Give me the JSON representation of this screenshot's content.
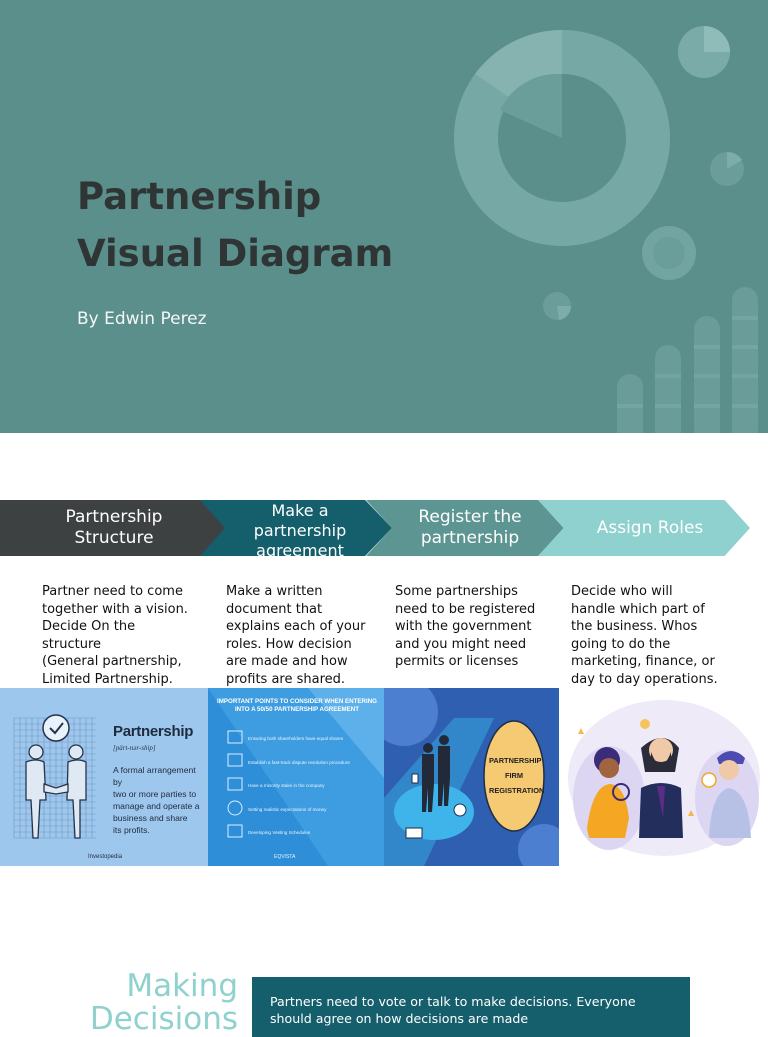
{
  "title": {
    "line1": "Partnership",
    "line2": "Visual Diagram",
    "byline": "By Edwin Perez"
  },
  "colors": {
    "header_bg": "#5a8f8c",
    "title_text": "#2f3434",
    "step1": "#3e4141",
    "step2": "#155f6c",
    "step3": "#5c9591",
    "step4": "#8fd1ce",
    "accent": "#8fd1ce"
  },
  "steps": [
    {
      "label_lines": [
        "Partnership",
        "Structure"
      ],
      "description_lines": [
        "Partner need to come",
        "together with a vision.",
        "Decide On the",
        "structure",
        "(General partnership,",
        "Limited Partnership."
      ]
    },
    {
      "label_lines": [
        "Make a",
        "partnership",
        "agreement"
      ],
      "description_lines": [
        "Make a written",
        "document that",
        "explains each of your",
        "roles. How decision",
        "are made and how",
        "profits are shared."
      ]
    },
    {
      "label_lines": [
        "Register the",
        "partnership"
      ],
      "description_lines": [
        "Some partnerships",
        "need to be registered",
        "with the government",
        "and you might need",
        "permits or licenses"
      ]
    },
    {
      "label_lines": [
        "Assign Roles"
      ],
      "description_lines": [
        "Decide who will",
        "handle which part of",
        "the business. Whos",
        "going to do the",
        "marketing, finance, or",
        "day to day operations."
      ]
    }
  ],
  "images": {
    "definition": {
      "icon": "handshake-definition-illustration",
      "word": "Partnership",
      "pronunciation": "[pärt-nər-ship]",
      "definition_lines": [
        "A formal arrangement by",
        "two or more parties to",
        "manage and operate a",
        "business and share",
        "its profits."
      ],
      "brand": "Investopedia"
    },
    "agreement": {
      "icon": "agreement-checklist-infographic",
      "heading_lines": [
        "IMPORTANT POINTS TO CONSIDER WHEN ENTERING",
        "INTO A 50/50 PARTNERSHIP AGREEMENT"
      ],
      "items": [
        "Ensuring both shareholders have equal shares",
        "Establish a fast-track dispute resolution procedure",
        "Have a minority stake in the company",
        "Setting realistic expectations of money",
        "Developing Vesting Schedules"
      ],
      "brand": "EQVISTA"
    },
    "registration": {
      "icon": "registration-handshake-illustration",
      "badge_lines": [
        "PARTNERSHIP",
        "FIRM",
        "REGISTRATION"
      ]
    },
    "roles": {
      "icon": "team-roles-illustration"
    }
  },
  "decisions": {
    "heading_lines": [
      "Making",
      "Decisions"
    ],
    "text_lines": [
      "Partners need to vote or talk to make decisions. Everyone",
      "should agree on how decisions are made"
    ]
  }
}
